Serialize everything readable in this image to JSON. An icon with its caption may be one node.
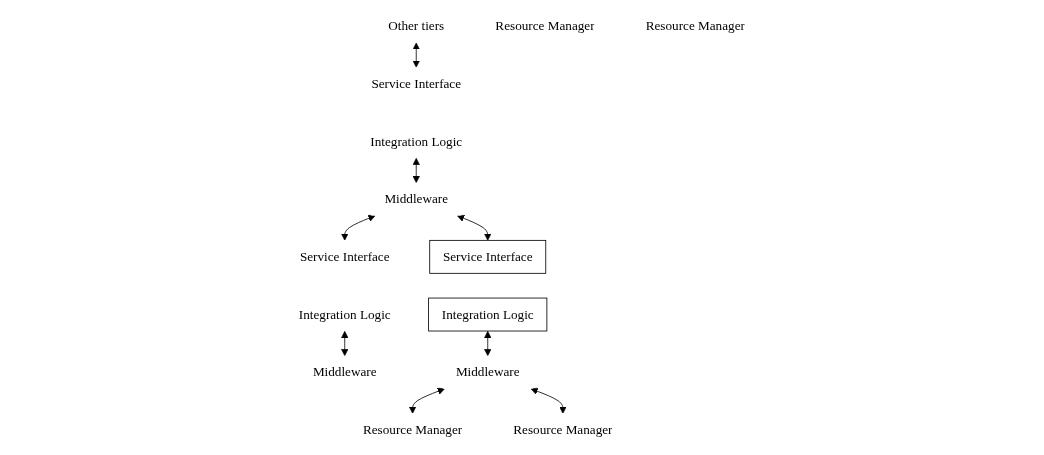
{
  "diagram": {
    "nodes": [
      {
        "text": [
          "Other tiers"
        ]
      },
      {
        "text": [
          "Service Interface"
        ]
      },
      {
        "text": [
          "Integration Logic"
        ]
      },
      {
        "text": [
          "Middleware"
        ]
      },
      {
        "text": [
          "Service Interface"
        ]
      },
      {
        "text": [
          "Integration Logic"
        ]
      },
      {
        "text": [
          "Middleware"
        ]
      },
      {
        "text": [
          "Service Interface"
        ]
      },
      {
        "text": [
          "Integration Logic"
        ]
      },
      {
        "text": [
          "Middleware"
        ]
      },
      {
        "text": [
          "Resource Manager"
        ]
      },
      {
        "text": [
          "Resource Manager"
        ]
      },
      {
        "text": [
          "Resource Manager"
        ]
      },
      {
        "text": [
          "Resource Manager"
        ]
      }
    ],
    "edges": [
      {
        "from": 0,
        "to": 1,
        "arrow": "both"
      },
      {
        "from": 2,
        "to": 3,
        "arrow": "both"
      },
      {
        "from": 3,
        "to": 4,
        "arrow": "both"
      },
      {
        "from": 3,
        "to": 7,
        "arrow": "both"
      },
      {
        "from": 5,
        "to": 6,
        "arrow": "both"
      },
      {
        "from": 8,
        "to": 9,
        "arrow": "both"
      },
      {
        "from": 9,
        "to": 12,
        "arrow": "both"
      },
      {
        "from": 9,
        "to": 13,
        "arrow": "both"
      }
    ]
  }
}
